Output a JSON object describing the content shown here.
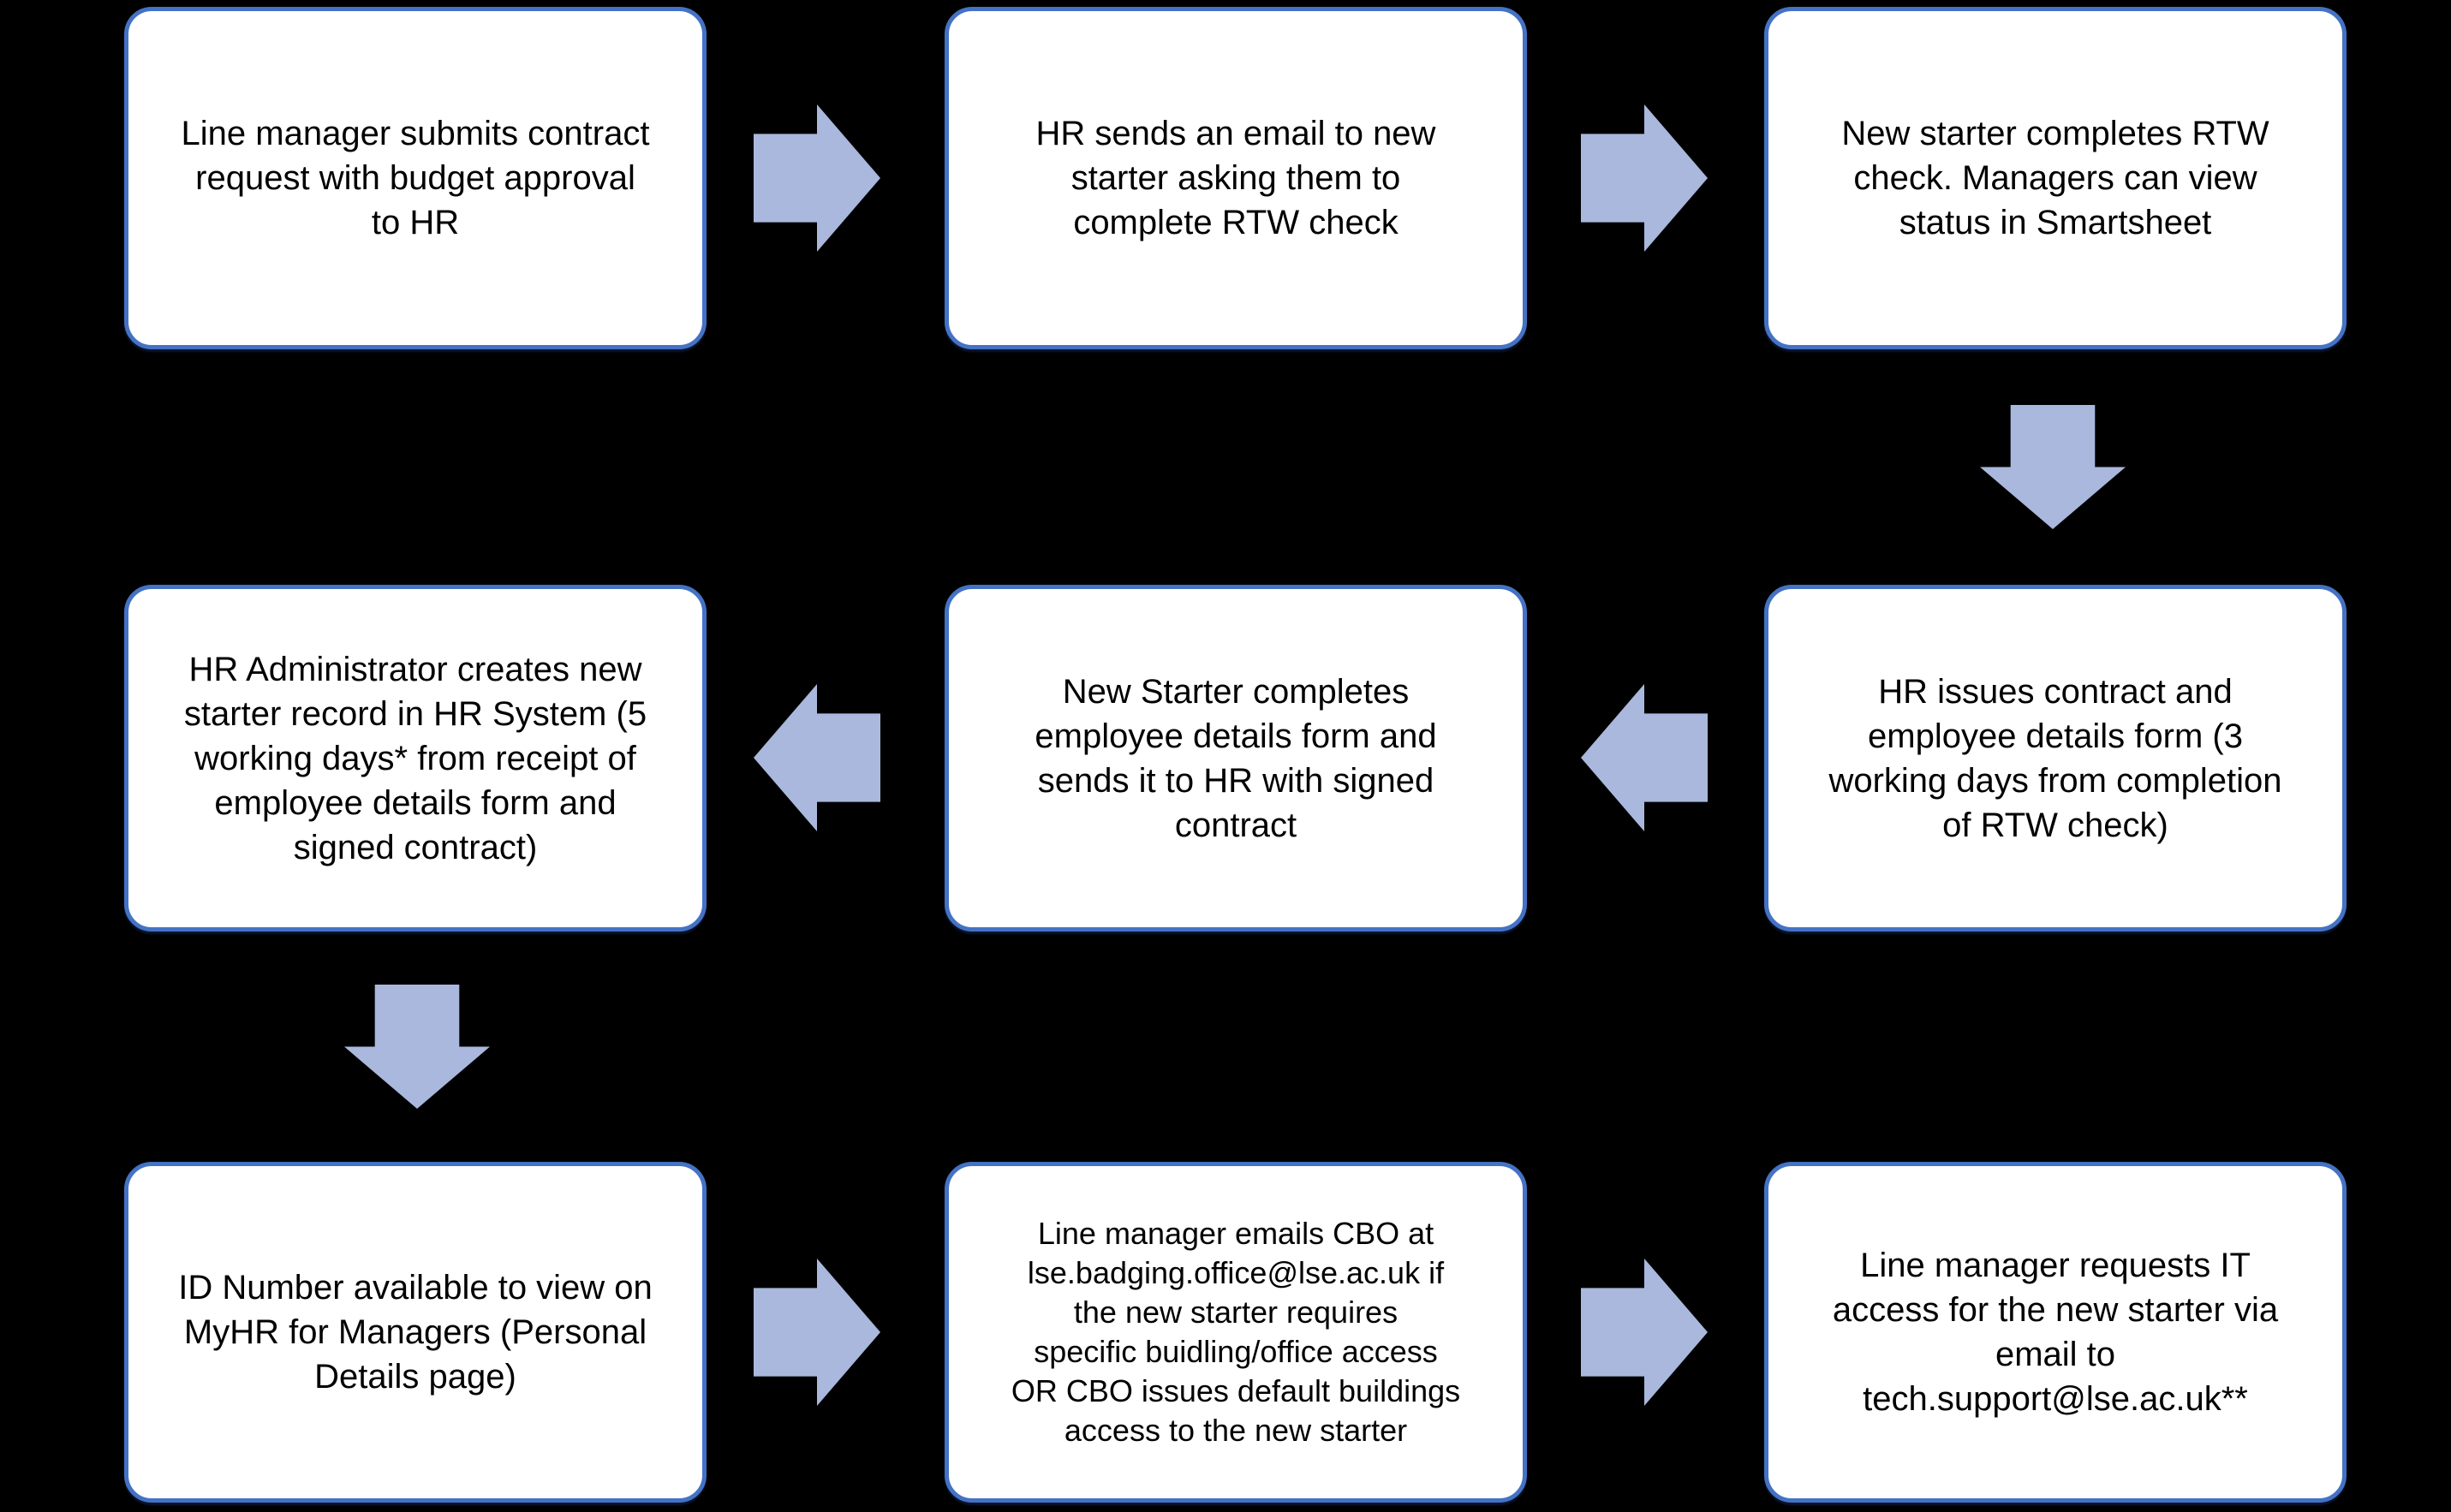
{
  "diagram": {
    "type": "flowchart",
    "description": "New starter onboarding process flow, 3x3 snake layout",
    "colors": {
      "background": "#000000",
      "box_fill": "#FFFFFF",
      "box_border": "#4472C4",
      "arrow_fill": "#A9B8DC",
      "text": "#000000"
    },
    "boxes": [
      {
        "id": "step-1",
        "grid": "row1-col1",
        "text": "Line manager submits contract\nrequest with budget approval\nto HR"
      },
      {
        "id": "step-2",
        "grid": "row1-col2",
        "text": "HR sends an email to new\nstarter asking them to\ncomplete RTW check"
      },
      {
        "id": "step-3",
        "grid": "row1-col3",
        "text": "New starter completes RTW\ncheck. Managers can view\nstatus in Smartsheet"
      },
      {
        "id": "step-4",
        "grid": "row2-col3",
        "text": "HR issues contract and\nemployee details form (3\nworking days from completion\nof RTW check)"
      },
      {
        "id": "step-5",
        "grid": "row2-col2",
        "text": "New Starter completes\nemployee details form and\nsends it to HR with signed\ncontract"
      },
      {
        "id": "step-6",
        "grid": "row2-col1",
        "text": "HR Administrator creates new\nstarter record in HR System (5\nworking days* from receipt of\nemployee details form and\nsigned contract)"
      },
      {
        "id": "step-7",
        "grid": "row3-col1",
        "text": "ID Number available to view on\nMyHR for Managers (Personal\nDetails page)"
      },
      {
        "id": "step-8",
        "grid": "row3-col2",
        "text": "Line manager emails CBO at\nlse.badging.office@lse.ac.uk if\nthe new starter requires\nspecific buidling/office access\nOR CBO issues default buildings\naccess to the new starter"
      },
      {
        "id": "step-9",
        "grid": "row3-col3",
        "text": "Line manager requests IT\naccess for the new starter via\nemail to\ntech.support@lse.ac.uk**"
      }
    ],
    "arrows": [
      {
        "from": "step-1",
        "to": "step-2",
        "direction": "right"
      },
      {
        "from": "step-2",
        "to": "step-3",
        "direction": "right"
      },
      {
        "from": "step-3",
        "to": "step-4",
        "direction": "down"
      },
      {
        "from": "step-4",
        "to": "step-5",
        "direction": "left"
      },
      {
        "from": "step-5",
        "to": "step-6",
        "direction": "left"
      },
      {
        "from": "step-6",
        "to": "step-7",
        "direction": "down"
      },
      {
        "from": "step-7",
        "to": "step-8",
        "direction": "right"
      },
      {
        "from": "step-8",
        "to": "step-9",
        "direction": "right"
      }
    ]
  }
}
